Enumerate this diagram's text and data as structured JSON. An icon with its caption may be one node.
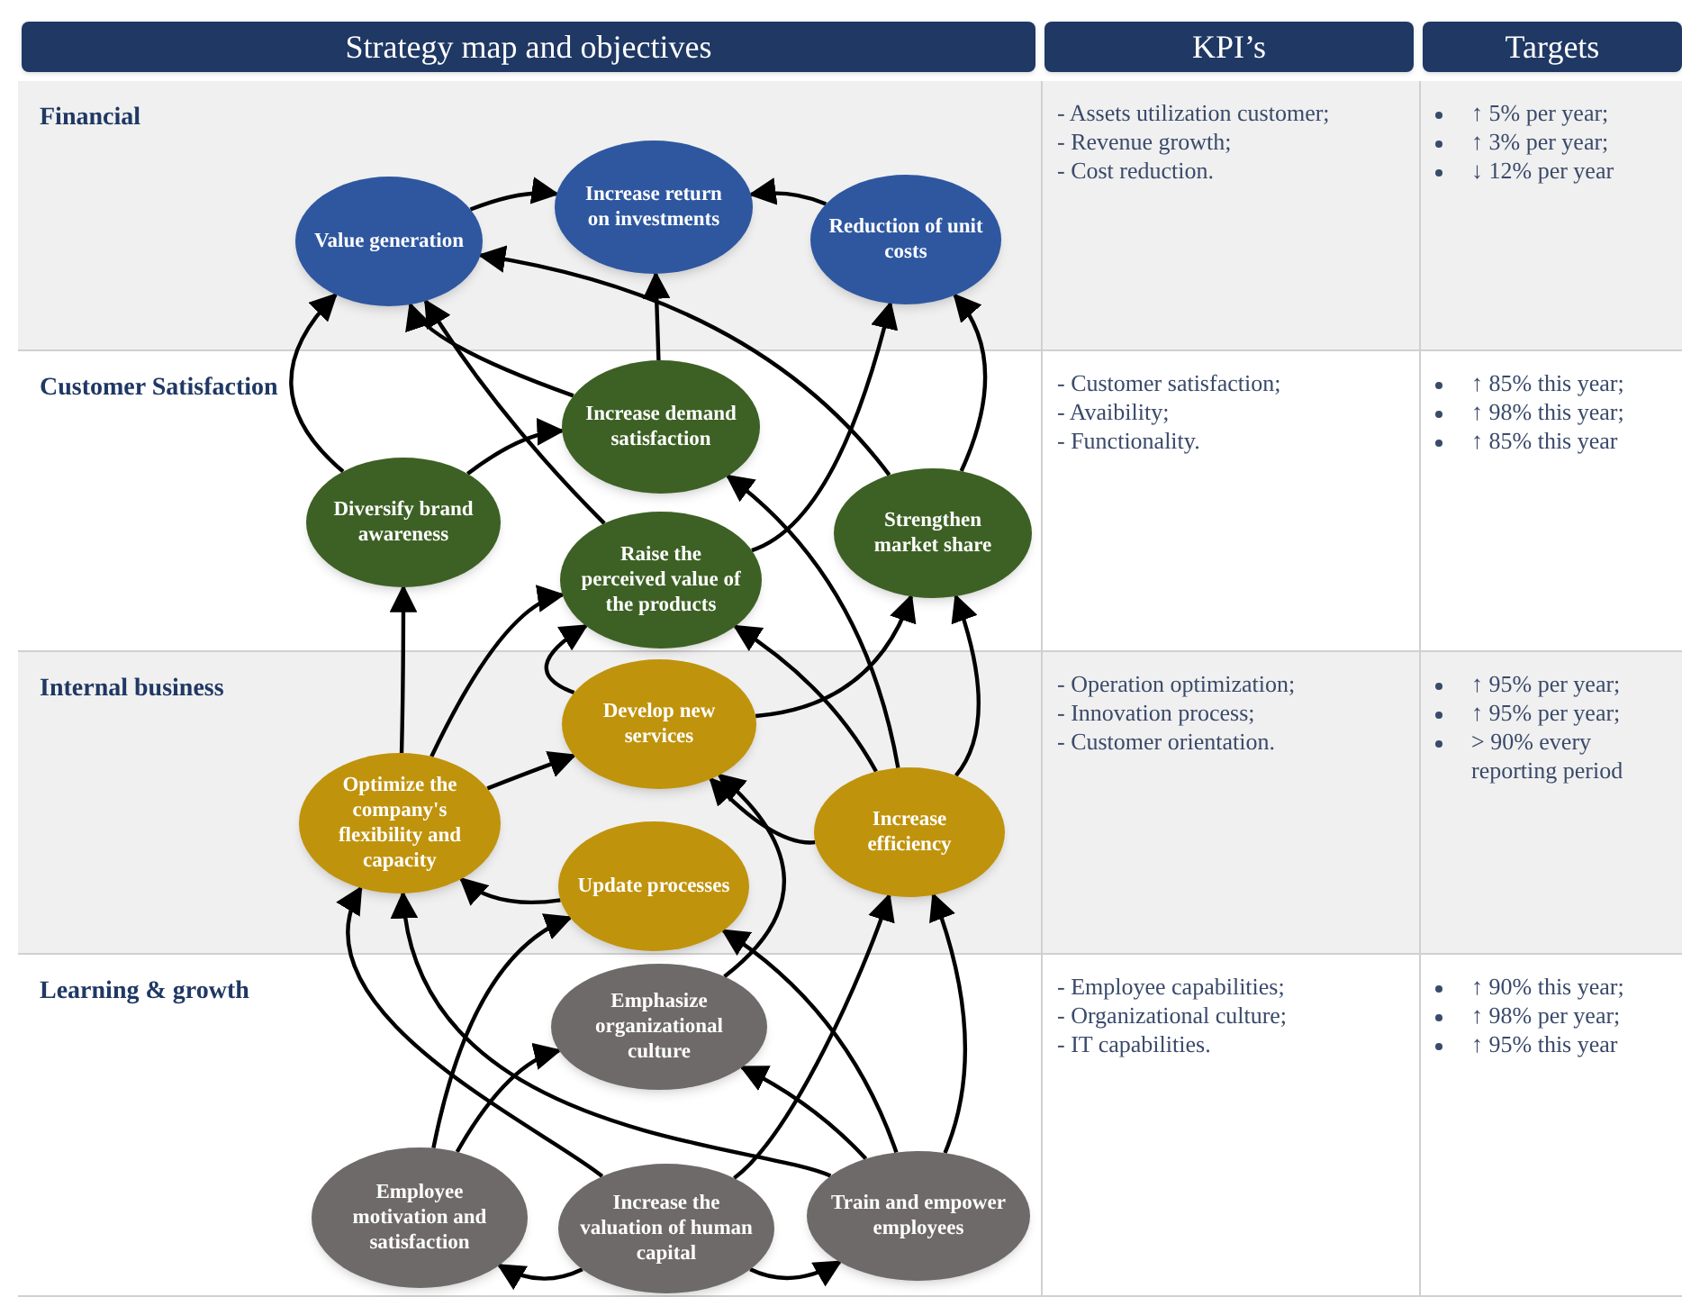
{
  "diagram": {
    "nodes": [
      {
        "text": [
          "Financial"
        ]
      },
      {
        "text": [
          "Value generation"
        ],
        "in": 0
      },
      {
        "text": [
          "Increase return on investments"
        ],
        "in": 0
      },
      {
        "text": [
          "Reduction of unit costs"
        ],
        "in": 0
      },
      {
        "text": [
          "Customer Satisfaction"
        ]
      },
      {
        "text": [
          "Increase demand satisfaction"
        ],
        "in": 4
      },
      {
        "text": [
          "Diversify brand awareness"
        ],
        "in": 4
      },
      {
        "text": [
          "Strengthen market share"
        ],
        "in": 4
      },
      {
        "text": [
          "Raise the perceived value of the products"
        ],
        "in": 4
      },
      {
        "text": [
          "Internal business"
        ]
      },
      {
        "text": [
          "Develop new services"
        ],
        "in": 9
      },
      {
        "text": [
          "Optimize the company's flexibility and capacity"
        ],
        "in": 9
      },
      {
        "text": [
          "Increase efficiency"
        ],
        "in": 9
      },
      {
        "text": [
          "Update processes"
        ],
        "in": 9
      },
      {
        "text": [
          "Learning & growth"
        ]
      },
      {
        "text": [
          "Emphasize organizational culture"
        ],
        "in": 14
      },
      {
        "text": [
          "Employee motivation and satisfaction"
        ],
        "in": 14
      },
      {
        "text": [
          "Increase the valuation of human capital"
        ],
        "in": 14
      },
      {
        "text": [
          "Train and empower employees"
        ],
        "in": 14
      }
    ],
    "edges": [
      {
        "from": 1,
        "to": 2,
        "arrow": "to"
      },
      {
        "from": 3,
        "to": 2,
        "arrow": "to"
      },
      {
        "from": 5,
        "to": 2,
        "arrow": "to"
      },
      {
        "from": 6,
        "to": 1,
        "arrow": "to"
      },
      {
        "from": 6,
        "to": 5,
        "arrow": "to"
      },
      {
        "from": 5,
        "to": 1,
        "arrow": "to"
      },
      {
        "from": 8,
        "to": 1,
        "arrow": "to"
      },
      {
        "from": 7,
        "to": 1,
        "arrow": "to"
      },
      {
        "from": 8,
        "to": 3,
        "arrow": "to"
      },
      {
        "from": 7,
        "to": 3,
        "arrow": "to"
      },
      {
        "from": 11,
        "to": 6,
        "arrow": "to"
      },
      {
        "from": 11,
        "to": 8,
        "arrow": "to"
      },
      {
        "from": 10,
        "to": 7,
        "arrow": "to"
      },
      {
        "from": 12,
        "to": 5,
        "arrow": "to"
      },
      {
        "from": 12,
        "to": 7,
        "arrow": "to"
      },
      {
        "from": 11,
        "to": 10,
        "arrow": "to"
      },
      {
        "from": 13,
        "to": 11,
        "arrow": "to"
      },
      {
        "from": 12,
        "to": 10,
        "arrow": "to"
      },
      {
        "from": 15,
        "to": 10,
        "arrow": "to"
      },
      {
        "from": 10,
        "to": 8,
        "arrow": "to"
      },
      {
        "from": 12,
        "to": 8,
        "arrow": "to"
      },
      {
        "from": 16,
        "to": 13,
        "arrow": "to"
      },
      {
        "from": 16,
        "to": 15,
        "arrow": "to"
      },
      {
        "from": 17,
        "to": 11,
        "arrow": "to"
      },
      {
        "from": 18,
        "to": 11,
        "arrow": "to"
      },
      {
        "from": 18,
        "to": 15,
        "arrow": "to"
      },
      {
        "from": 18,
        "to": 13,
        "arrow": "to"
      },
      {
        "from": 17,
        "to": 12,
        "arrow": "to"
      },
      {
        "from": 17,
        "to": 16,
        "arrow": "to"
      },
      {
        "from": 17,
        "to": 18,
        "arrow": "to"
      },
      {
        "from": 18,
        "to": 12,
        "arrow": "to"
      }
    ],
    "labels": [
      "Strategy map and objectives",
      "KPI’s",
      "Targets",
      "- Assets utilization customer;",
      "- Revenue growth;",
      "- Cost reduction.",
      "↑ 5% per year;",
      "↑ 3% per year;",
      "↓ 12% per year",
      "- Customer satisfaction;",
      "- Avaibility;",
      "- Functionality.",
      "↑ 85% this year;",
      "↑ 98% this year;",
      "↑ 85% this year",
      "- Operation optimization;",
      "- Innovation process;",
      "- Customer orientation.",
      "↑ 95% per year;",
      "↑ 95% per year;",
      "> 90% every reporting period",
      "- Employee capabilities;",
      "- Organizational culture;",
      "- IT capabilities.",
      "↑ 90% this year;",
      "↑ 98% per year;",
      "↑ 95% this year"
    ]
  }
}
